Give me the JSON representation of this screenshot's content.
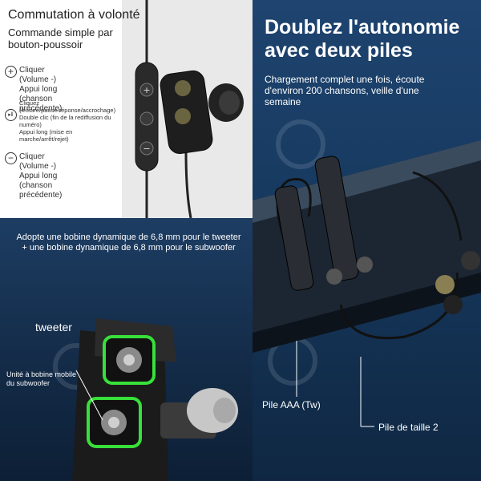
{
  "top_left": {
    "title": "Commutation à volonté",
    "subtitle": "Commande simple par bouton-poussoir",
    "plus": {
      "symbol": "+",
      "line1": "Cliquer (Volume -)",
      "line2": "Appui long (chanson",
      "line3": "précédente)"
    },
    "middle": {
      "line1": "Cliquez",
      "line2": "(lecture/pause/réponse/accrochage)",
      "line3": "Double clic (fin de la rediffusion du",
      "line4": "numéro)",
      "line5": "Appui long (mise en",
      "line6": "marche/arrêt/rejet)"
    },
    "minus": {
      "symbol": "−",
      "line1": "Cliquer (Volume -)",
      "line2": "Appui long (chanson",
      "line3": "précédente)"
    }
  },
  "top_right": {
    "headline": "Doublez l'autonomie avec deux piles",
    "desc": "Chargement complet une fois, écoute d'environ 200 chansons, veille d'une semaine",
    "label_aaa": "Pile AAA (Tw)",
    "label_2": "Pile de taille 2"
  },
  "bottom_left": {
    "headline": "Adopte une bobine dynamique de 6,8 mm pour le tweeter + une bobine dynamique de 6,8 mm pour le subwoofer",
    "tweeter": "tweeter",
    "unit": "Unité à bobine mobile du subwoofer"
  },
  "colors": {
    "green": "#37e03a",
    "navy": "#173a60",
    "grey_panel": "#e9e9e9"
  }
}
